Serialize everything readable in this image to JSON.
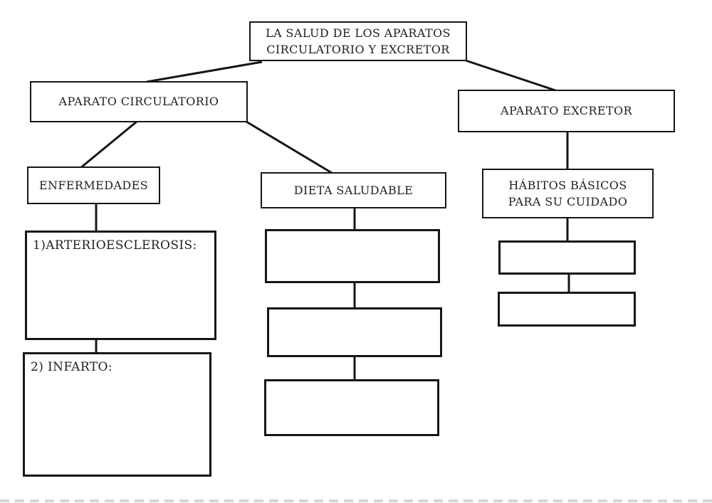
{
  "page": {
    "background": "#ffffff",
    "line_color": "#161616",
    "text_color": "#1f1f1f",
    "divider_color": "#d6d6d6"
  },
  "diagram": {
    "root": {
      "label": "LA SALUD DE LOS APARATOS CIRCULATORIO Y EXCRETOR"
    },
    "branches": {
      "circulatorio": {
        "label": "APARATO CIRCULATORIO"
      },
      "excretor": {
        "label": "APARATO EXCRETOR"
      }
    },
    "circulatorio_children": {
      "enfermedades": {
        "label": "ENFERMEDADES"
      },
      "dieta": {
        "label": "DIETA SALUDABLE"
      }
    },
    "enfermedades_items": [
      {
        "label": "1)ARTERIOESCLEROSIS:"
      },
      {
        "label": "2) INFARTO:"
      }
    ],
    "dieta_items": [
      {
        "label": ""
      },
      {
        "label": ""
      },
      {
        "label": ""
      }
    ],
    "excretor_children": {
      "habitos": {
        "label": "HÁBITOS BÁSICOS PARA SU CUIDADO"
      }
    },
    "habitos_items": [
      {
        "label": ""
      },
      {
        "label": ""
      }
    ]
  }
}
